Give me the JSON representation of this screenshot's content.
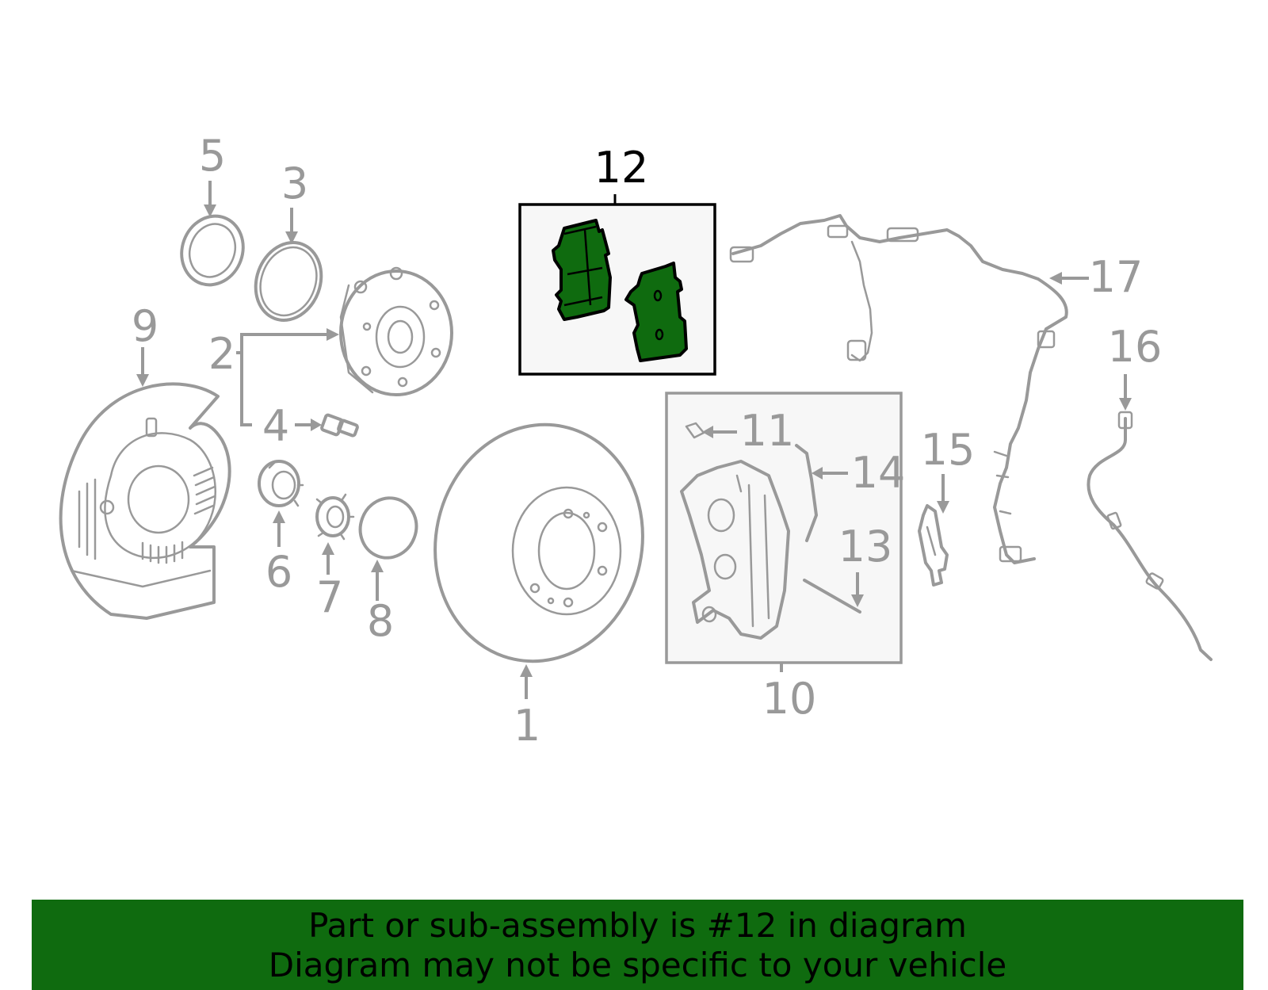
{
  "colors": {
    "highlight": "#0f6b0f",
    "line_art": "#999999",
    "box_fill": "#f7f7f7",
    "active_label": "#000000"
  },
  "highlighted_part": "12",
  "callouts": {
    "c1": "1",
    "c2": "2",
    "c3": "3",
    "c4": "4",
    "c5": "5",
    "c6": "6",
    "c7": "7",
    "c8": "8",
    "c9": "9",
    "c10": "10",
    "c11": "11",
    "c12": "12",
    "c13": "13",
    "c14": "14",
    "c15": "15",
    "c16": "16",
    "c17": "17"
  },
  "banner": {
    "line1": "Part or sub-assembly is #12 in diagram",
    "line2": "Diagram may not be specific to your vehicle"
  }
}
